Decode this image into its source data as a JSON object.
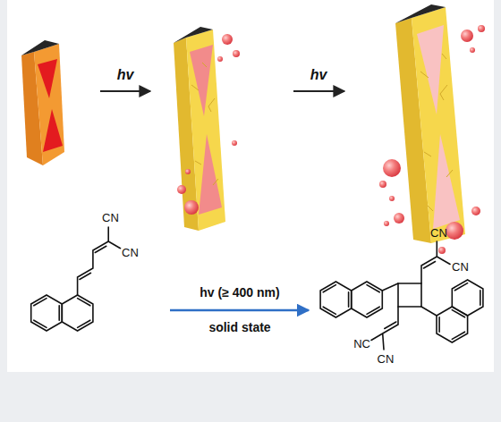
{
  "diagram": {
    "labels": [
      "hv",
      "hv",
      "CN",
      "CN",
      "hv (≥ 400 nm)",
      "solid state",
      "CN",
      "CN",
      "NC",
      "CN"
    ]
  }
}
